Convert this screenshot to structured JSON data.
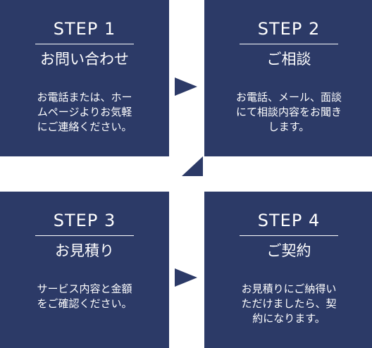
{
  "steps": [
    {
      "number": "STEP 1",
      "title": "お問い合わせ",
      "desc_lines": [
        "お電話または、ホー",
        "ムページよりお気軽",
        "にご連絡ください。"
      ]
    },
    {
      "number": "STEP 2",
      "title": "ご相談",
      "desc_lines": [
        "お電話、メール、面談",
        "にて相談内容をお聞き",
        "します。"
      ]
    },
    {
      "number": "STEP 3",
      "title": "お見積り",
      "desc_lines": [
        "サービス内容と金額",
        "をご確認ください。"
      ]
    },
    {
      "number": "STEP 4",
      "title": "ご契約",
      "desc_lines": [
        "お見積りにご納得い",
        "ただけましたら、契",
        "約になります。"
      ]
    }
  ],
  "colors": {
    "card_background": "#2c3a67",
    "text": "#ffffff",
    "arrow": "#2c3a67"
  },
  "icons": {
    "arrow_1_2": "triangle-right-icon",
    "arrow_2_3": "triangle-up-right-icon",
    "arrow_3_4": "triangle-right-icon"
  }
}
